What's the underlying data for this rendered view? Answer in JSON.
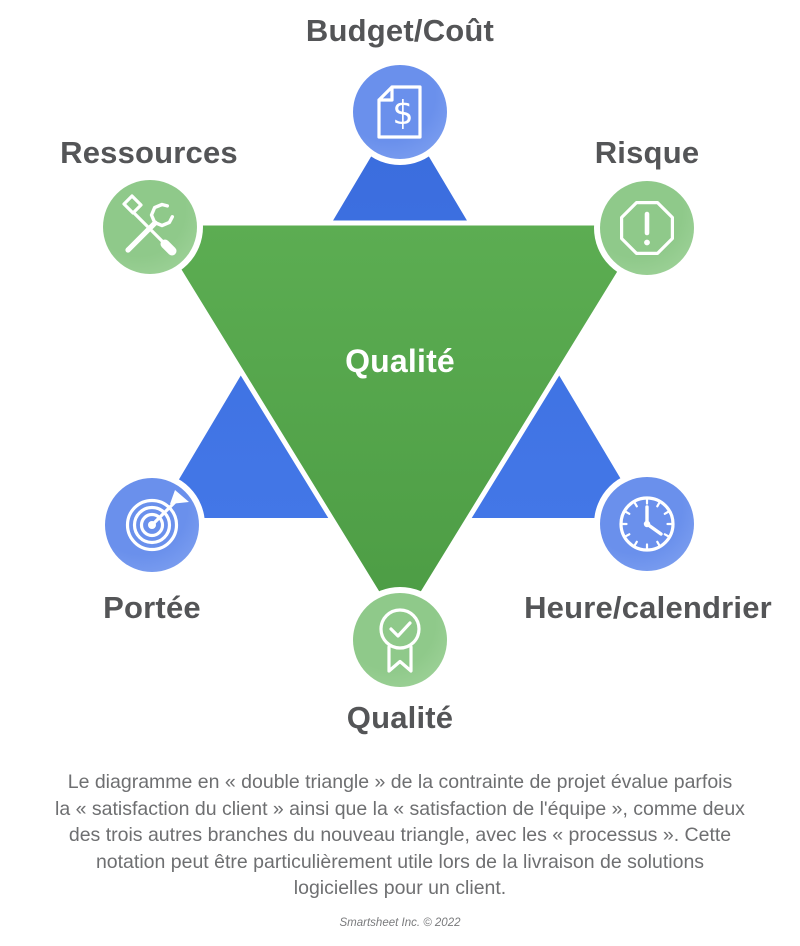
{
  "figure": {
    "center_label": "Qualité",
    "nodes": [
      {
        "id": "budget",
        "label": "Budget/Coût",
        "icon": "document-dollar-icon",
        "circle": "blue"
      },
      {
        "id": "ressources",
        "label": "Ressources",
        "icon": "tools-icon",
        "circle": "green"
      },
      {
        "id": "risque",
        "label": "Risque",
        "icon": "warning-octagon-icon",
        "circle": "green"
      },
      {
        "id": "portee",
        "label": "Portée",
        "icon": "target-icon",
        "circle": "blue"
      },
      {
        "id": "heure",
        "label": "Heure/calendrier",
        "icon": "clock-icon",
        "circle": "blue"
      },
      {
        "id": "qualite",
        "label": "Qualité",
        "icon": "medal-check-icon",
        "circle": "green"
      }
    ],
    "icon_glyphs": {
      "dollar": "$"
    }
  },
  "colors": {
    "blue_triangle_top": "#3a6cdd",
    "blue_triangle_bottom": "#4377e7",
    "green_triangle_top": "#5cad52",
    "green_triangle_bottom": "#4c9c44",
    "blue_circle": "#6a90ec",
    "blue_circle_light": "#83a4f1",
    "green_circle": "#8fc98a",
    "green_circle_light": "#a3d59d",
    "label_text": "#545557",
    "body_text": "#6e6f71",
    "icon_stroke": "#ffffff"
  },
  "paragraph": {
    "lines": [
      "Le diagramme en « double triangle » de la contrainte de projet évalue parfois",
      "la « satisfaction du client » ainsi que la « satisfaction de l'équipe », comme deux",
      "des trois autres branches du nouveau triangle, avec les « processus ». Cette",
      "notation peut être particulièrement utile lors de la livraison de solutions",
      "logicielles pour un client."
    ]
  },
  "credit": "Smartsheet Inc. © 2022"
}
